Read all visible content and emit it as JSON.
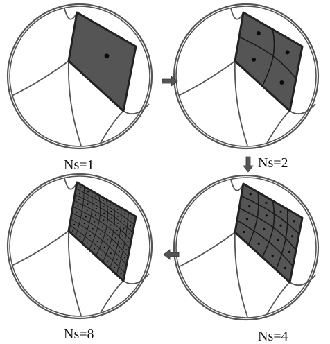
{
  "panels": [
    {
      "caption": "Ns=1",
      "subdivisions": 1
    },
    {
      "caption": "Ns=2",
      "subdivisions": 2
    },
    {
      "caption": "Ns=8",
      "subdivisions": 8
    },
    {
      "caption": "Ns=4",
      "subdivisions": 4
    }
  ],
  "colors": {
    "patch_fill": "#555555",
    "outline": "#222222",
    "sphere_stroke": "#555555",
    "grid_line": "#1a1a1a",
    "dot": "#0a0a0a",
    "arrow": "#555555"
  },
  "arrows": [
    "right",
    "down",
    "left"
  ]
}
